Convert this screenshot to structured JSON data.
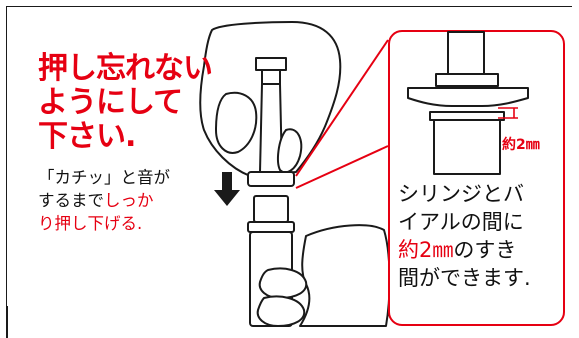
{
  "warning": {
    "line1": "押し忘れない",
    "line2": "ようにして",
    "line3": "下さい."
  },
  "instruction": {
    "line1": "「カチッ」と音が",
    "line2_black": "するまで",
    "line2_red": "しっか",
    "line3_red": "り押し下げる."
  },
  "callout": {
    "dimension_label": "約2㎜",
    "line1": "シリンジとバ",
    "line2": "イアルの間に",
    "line3_red": "約2㎜",
    "line3_black": "のすき",
    "line4": "間ができます."
  },
  "colors": {
    "accent": "#e60012",
    "text": "#111111",
    "line": "#1a1a1a"
  }
}
